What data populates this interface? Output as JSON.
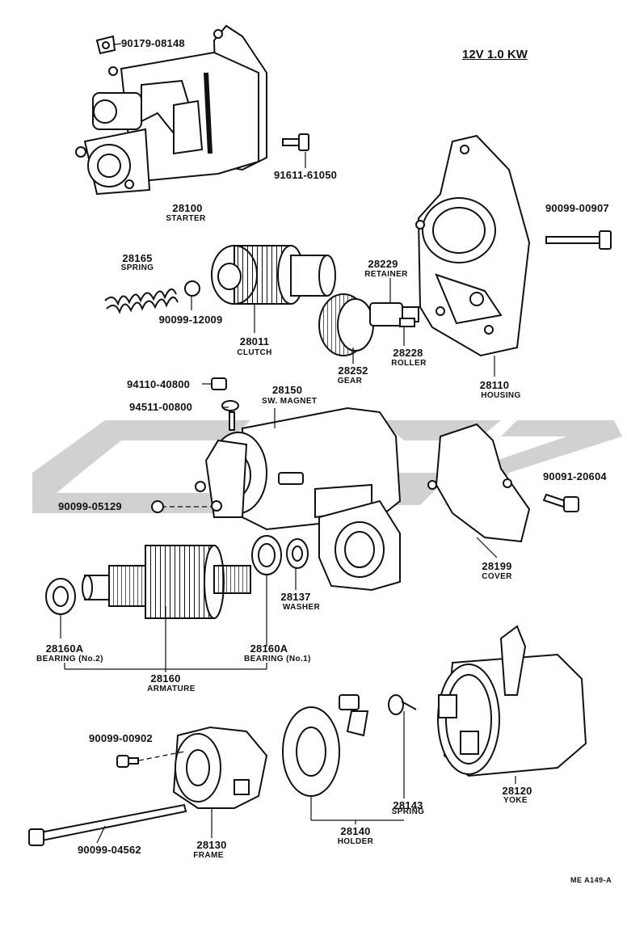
{
  "spec": "12V 1.0 KW",
  "reference": "ME A149-A",
  "watermark_color": "#cfcfcf",
  "parts": {
    "p90179": {
      "number": "90179-08148"
    },
    "p28100": {
      "number": "28100",
      "name": "STARTER"
    },
    "p91611": {
      "number": "91611-61050"
    },
    "p90099_00907": {
      "number": "90099-00907"
    },
    "p28165": {
      "number": "28165",
      "name": "SPRING"
    },
    "p90099_12009": {
      "number": "90099-12009"
    },
    "p28011": {
      "number": "28011",
      "name": "CLUTCH"
    },
    "p28229": {
      "number": "28229",
      "name": "RETAINER"
    },
    "p28252": {
      "number": "28252",
      "name": "GEAR"
    },
    "p28228": {
      "number": "28228",
      "name": "ROLLER"
    },
    "p28110": {
      "number": "28110",
      "name": "HOUSING"
    },
    "p94110": {
      "number": "94110-40800"
    },
    "p94511": {
      "number": "94511-00800"
    },
    "p28150": {
      "number": "28150",
      "name": "SW. MAGNET"
    },
    "p90091": {
      "number": "90091-20604"
    },
    "p90099_05129": {
      "number": "90099-05129"
    },
    "p28199": {
      "number": "28199",
      "name": "COVER"
    },
    "p28137": {
      "number": "28137",
      "name": "WASHER"
    },
    "p28160A_2": {
      "number": "28160A",
      "name": "BEARING (No.2)"
    },
    "p28160A_1": {
      "number": "28160A",
      "name": "BEARING (No.1)"
    },
    "p28160": {
      "number": "28160",
      "name": "ARMATURE"
    },
    "p90099_00902": {
      "number": "90099-00902"
    },
    "p28120": {
      "number": "28120",
      "name": "YOKE"
    },
    "p28143": {
      "number": "28143",
      "name": "SPRING"
    },
    "p28140": {
      "number": "28140",
      "name": "HOLDER"
    },
    "p28130": {
      "number": "28130",
      "name": "FRAME"
    },
    "p90099_04562": {
      "number": "90099-04562"
    }
  }
}
